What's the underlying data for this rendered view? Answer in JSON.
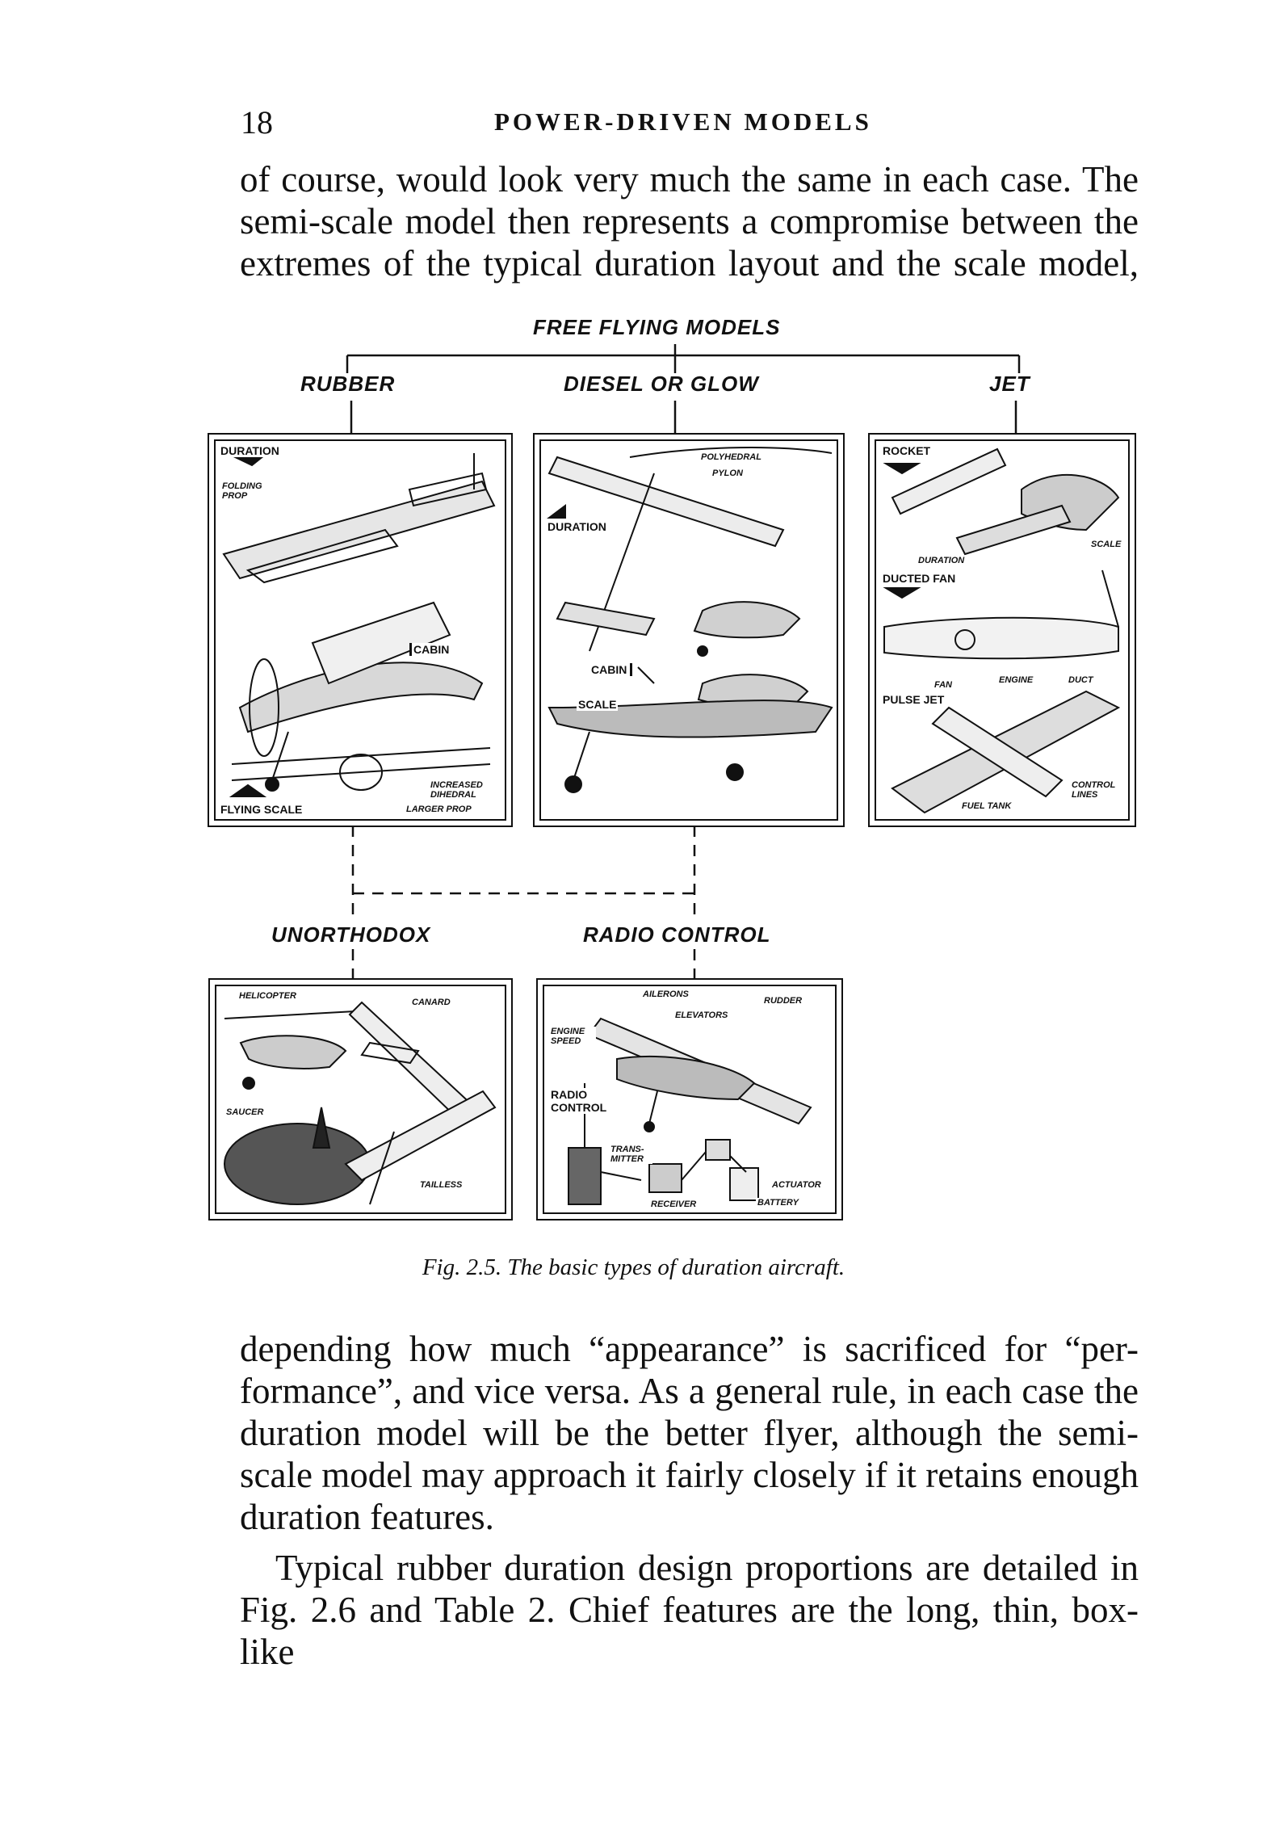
{
  "header": {
    "page_number": "18",
    "running_title": "POWER-DRIVEN MODELS"
  },
  "paragraph_top": "of course, would look very much the same in each case. The semi-scale model then represents a compromise between the extremes of the typical duration layout and the scale model,",
  "figure": {
    "title": "FREE FLYING MODELS",
    "categories": {
      "rubber": "RUBBER",
      "diesel": "DIESEL OR GLOW",
      "jet": "JET",
      "unorthodox": "UNORTHODOX",
      "radio": "RADIO CONTROL"
    },
    "rubber_labels": {
      "duration": "DURATION",
      "folding_prop": "FOLDING PROP",
      "cabin": "CABIN",
      "flying_scale": "FLYING SCALE",
      "increased_dihedral": "INCREASED DIHEDRAL",
      "larger_prop": "LARGER PROP"
    },
    "diesel_labels": {
      "polyhedral": "POLYHEDRAL",
      "pylon": "PYLON",
      "duration": "DURATION",
      "cabin": "CABIN",
      "scale": "SCALE"
    },
    "jet_labels": {
      "rocket": "ROCKET",
      "duration": "DURATION",
      "scale": "SCALE",
      "ducted_fan": "DUCTED FAN",
      "fan": "FAN",
      "engine": "ENGINE",
      "duct": "DUCT",
      "pulse_jet": "PULSE JET",
      "control_lines": "CONTROL LINES",
      "fuel_tank": "FUEL TANK"
    },
    "unorthodox_labels": {
      "helicopter": "HELICOPTER",
      "canard": "CANARD",
      "saucer": "SAUCER",
      "tailless": "TAILLESS"
    },
    "radio_labels": {
      "ailerons": "AILERONS",
      "rudder": "RUDDER",
      "elevators": "ELEVATORS",
      "engine_speed": "ENGINE SPEED",
      "radio_control": "RADIO CONTROL",
      "transmitter": "TRANS-MITTER",
      "receiver": "RECEIVER",
      "actuator": "ACTUATOR",
      "battery": "BATTERY"
    },
    "caption": "Fig. 2.5. The basic types of duration aircraft."
  },
  "paragraph_bottom_1": "depending how much “appearance” is sacrificed for “per-formance”, and vice versa. As a general rule, in each case the duration model will be the better flyer, although the semi-scale model may approach it fairly closely if it retains enough duration features.",
  "paragraph_bottom_2": "Typical rubber duration design proportions are detailed in Fig. 2.6 and Table 2. Chief features are the long, thin, box-like"
}
